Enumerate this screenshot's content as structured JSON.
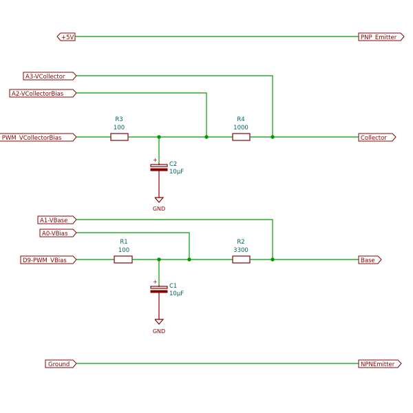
{
  "labels": {
    "plus5v": "+5V",
    "pnp_emitter": "PNP_Emitter",
    "a3_vcollector": "A3-VCollector",
    "a2_vcollectorbias": "A2-VCollectorBias",
    "d_pwm_vcollectorbias": "D_PWM_VCollectorBias",
    "collector": "Collector",
    "a1_vbase": "A1-VBase",
    "a0_vbias": "A0-VBias",
    "d9_pwm_vbias": "D9-PWM_VBias",
    "base": "Base",
    "ground": "Ground",
    "npn_emitter": "NPNEmitter"
  },
  "components": {
    "r3": {
      "ref": "R3",
      "value": "100"
    },
    "r4": {
      "ref": "R4",
      "value": "1000"
    },
    "c2": {
      "ref": "C2",
      "value": "10µF",
      "polarity": "+"
    },
    "gnd_top": {
      "label": "GND"
    },
    "r1": {
      "ref": "R1",
      "value": "100"
    },
    "r2": {
      "ref": "R2",
      "value": "3300"
    },
    "c1": {
      "ref": "C1",
      "value": "10µF",
      "polarity": "+"
    },
    "gnd_bottom": {
      "label": "GND"
    }
  },
  "colors": {
    "wire": "#009900",
    "component": "#840000",
    "reference_text": "#006464",
    "background": "#ffffff"
  }
}
